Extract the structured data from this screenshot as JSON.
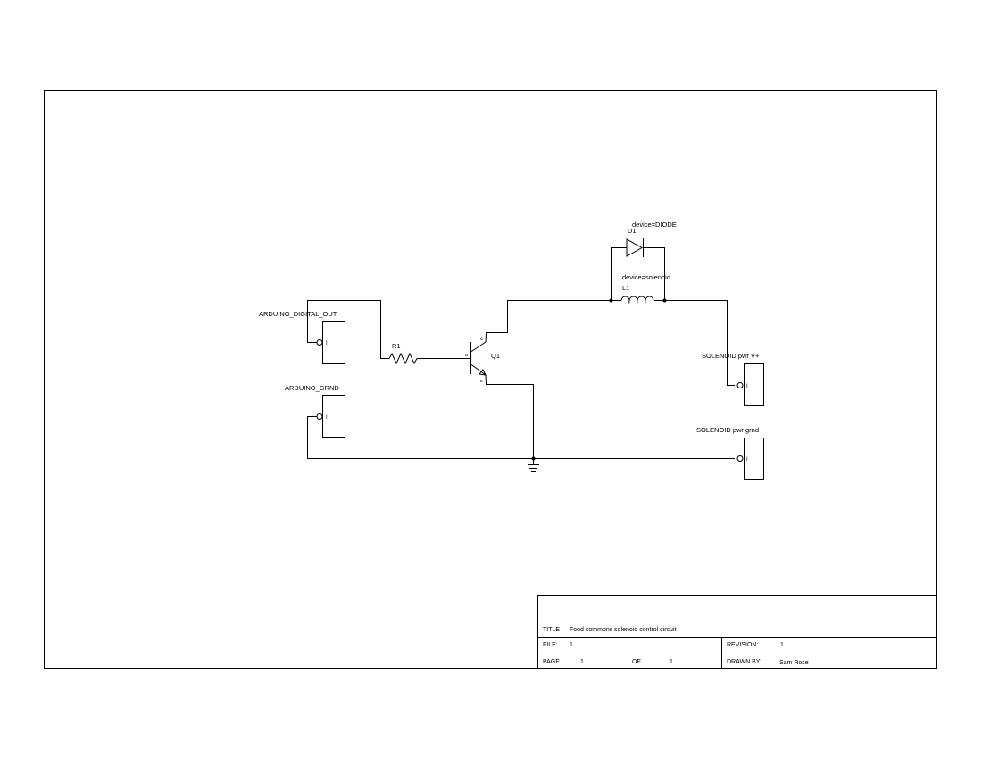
{
  "schematic": {
    "components": {
      "arduino_digital_out": {
        "label": "ARDUINO_DIGITAL_OUT",
        "pin": "I"
      },
      "arduino_grnd": {
        "label": "ARDUINO_GRND",
        "pin": "I"
      },
      "solenoid_pwr_v": {
        "label": "SOLENOID pwr V+",
        "pin": "I"
      },
      "solenoid_pwr_grnd": {
        "label": "SOLENOID pwr grnd",
        "pin": "I"
      },
      "r1": {
        "refdes": "R1"
      },
      "q1": {
        "refdes": "Q1",
        "pin_c": "c",
        "pin_b": "B",
        "pin_e": "E"
      },
      "d1": {
        "refdes": "D1",
        "device": "device=DIODE"
      },
      "l1": {
        "refdes": "L1",
        "device": "device=solenoid"
      }
    }
  },
  "title_block": {
    "title_label": "TITLE",
    "title": "Food commons solenoid control circuit",
    "file_label": "FILE:",
    "file": "1",
    "page_label": "PAGE",
    "page": "1",
    "of_label": "OF",
    "of": "1",
    "revision_label": "REVISION:",
    "revision": "1",
    "drawn_by_label": "DRAWN BY:",
    "drawn_by": "Sam Rose"
  }
}
